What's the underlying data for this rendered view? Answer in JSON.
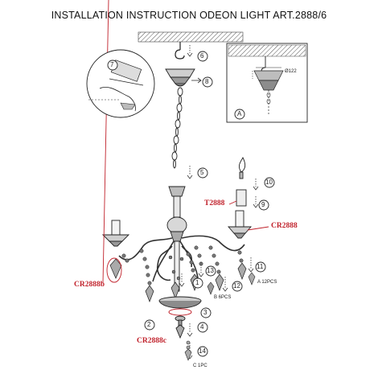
{
  "title": "INSTALLATION INSTRUCTION ODEON LIGHT ART.2888/6",
  "callouts": {
    "n2": "2",
    "n3": "3",
    "n4": "4",
    "n5": "5",
    "n6": "6",
    "n7": "7",
    "n8": "8",
    "n9": "9",
    "n10": "10",
    "n11": "11",
    "n12": "12",
    "n13": "13",
    "n14": "14"
  },
  "red_labels": {
    "t2888": "T2888",
    "cr2888": "CR2888",
    "cr2888b": "CR2888b",
    "cr2888c": "CR2888c"
  },
  "parts": {
    "a": "A 12PCS",
    "b": "B 6PCS",
    "c": "C 1PC"
  },
  "detail": {
    "letter": "A",
    "dimension": "Ø122"
  },
  "colors": {
    "line": "#222222",
    "accent_red": "#c0202a",
    "shade": "#8a8a8a"
  }
}
